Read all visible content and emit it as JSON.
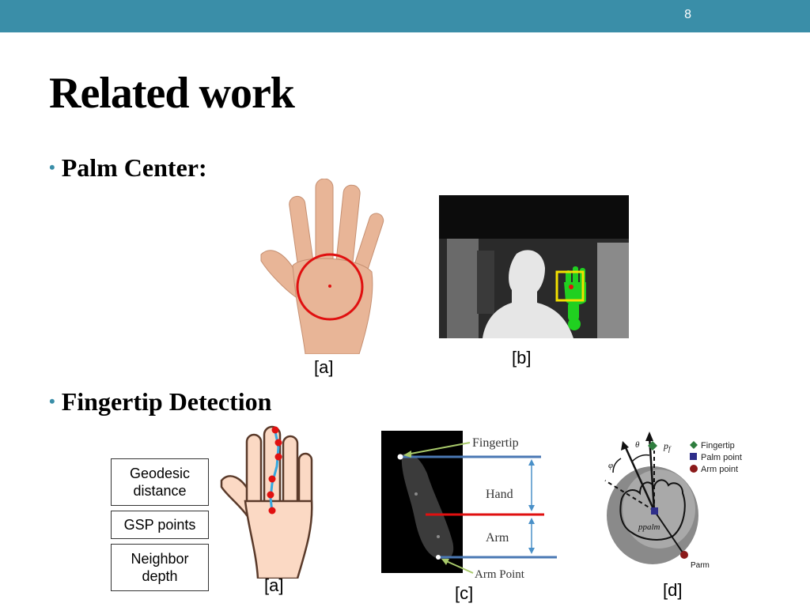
{
  "header": {
    "slide_number": "8"
  },
  "title": "Related work",
  "bullets": [
    {
      "label": "Palm Center:"
    },
    {
      "label": "Fingertip Detection"
    }
  ],
  "palm_section": {
    "captions": [
      "[a]",
      "[b]"
    ]
  },
  "fingertip_section": {
    "method_boxes": [
      {
        "line1": "Geodesic",
        "line2": "distance"
      },
      {
        "line1": "GSP points"
      },
      {
        "line1": "Neighbor",
        "line2": "depth"
      }
    ],
    "captions": [
      "[a]",
      "[c]",
      "[d]"
    ],
    "figure_c_labels": {
      "fingertip": "Fingertip",
      "hand": "Hand",
      "arm": "Arm",
      "arm_point": "Arm Point"
    },
    "figure_d_labels": {
      "theta": "θ",
      "phi": "φ",
      "pf": "p",
      "pf_sub": "f",
      "ppalm": "ppalm",
      "parm": "Parm"
    },
    "figure_d_legend": [
      "Fingertip",
      "Palm point",
      "Arm point"
    ]
  },
  "colors": {
    "accent": "#3a8ea8",
    "marker_red": "#e01010",
    "axis_blue": "#4a78b4"
  }
}
